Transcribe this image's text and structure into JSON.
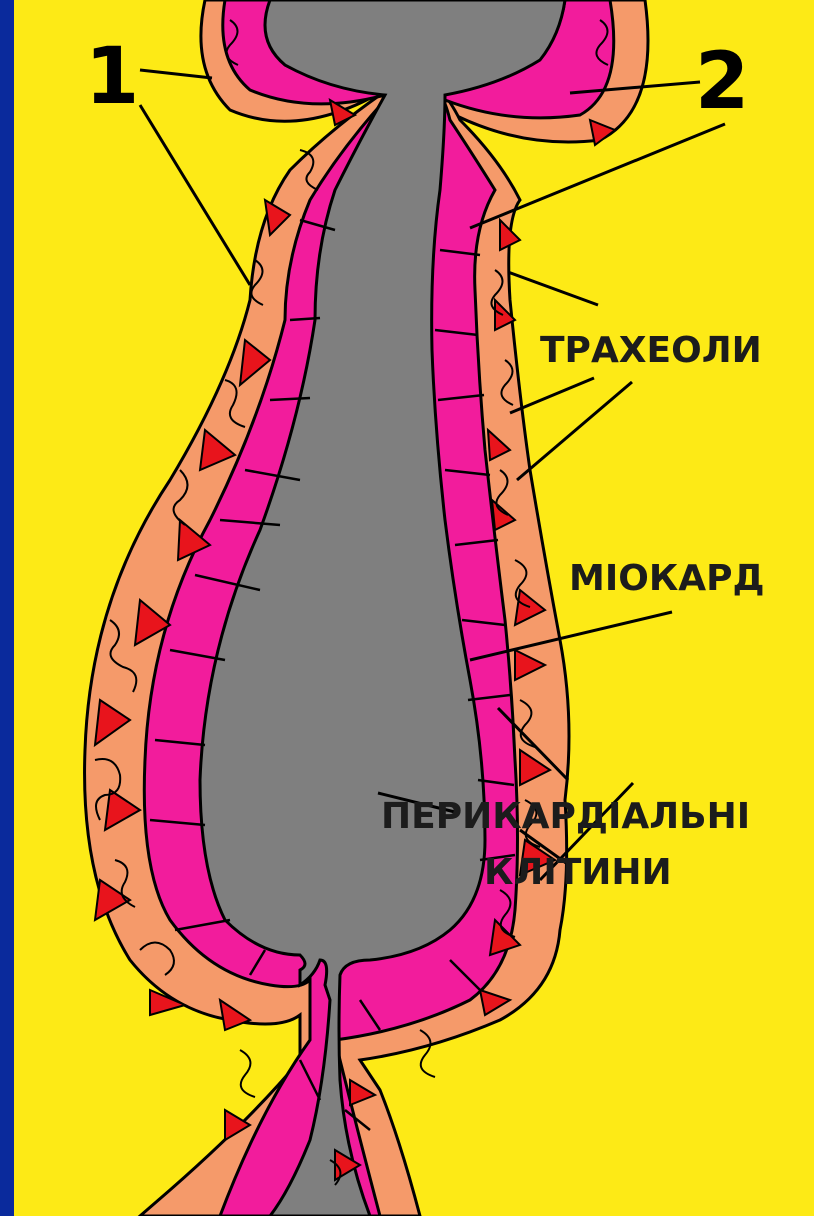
{
  "labels": {
    "num1": "1",
    "num2": "2",
    "tracheoles": "ТРАХЕОЛИ",
    "myocardium": "МІОКАРД",
    "pericardial_line1": "ПЕРИКАРДІАЛЬНІ",
    "pericardial_line2": "КЛІТИНИ"
  },
  "colors": {
    "frame": "#0a2a9c",
    "background": "#fdea16",
    "lumen": "#7f7f7f",
    "myocardium": "#f21c9c",
    "pericardial": "#f59a6a",
    "tracheole_fill": "#e8141c",
    "outline": "#000000"
  }
}
